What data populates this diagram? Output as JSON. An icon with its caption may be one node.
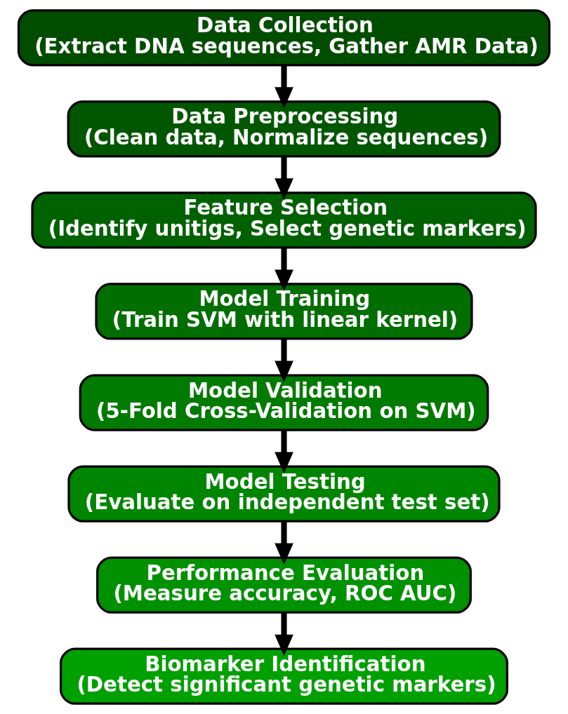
{
  "diagram": {
    "nodes": [
      {
        "text": [
          "Data Collection",
          "(Extract DNA sequences, Gather AMR Data)"
        ]
      },
      {
        "text": [
          "Data Preprocessing",
          "(Clean data, Normalize sequences)"
        ]
      },
      {
        "text": [
          "Feature Selection",
          "(Identify unitigs, Select genetic markers)"
        ]
      },
      {
        "text": [
          "Model Training",
          "(Train SVM with linear kernel)"
        ]
      },
      {
        "text": [
          "Model Validation",
          "(5-Fold Cross-Validation on SVM)"
        ]
      },
      {
        "text": [
          "Model Testing",
          "(Evaluate on independent test set)"
        ]
      },
      {
        "text": [
          "Performance Evaluation",
          "(Measure accuracy, ROC AUC)"
        ]
      },
      {
        "text": [
          "Biomarker Identification",
          "(Detect significant genetic markers)"
        ]
      }
    ],
    "edges": [
      {
        "from": 0,
        "to": 1,
        "arrow": "to"
      },
      {
        "from": 1,
        "to": 2,
        "arrow": "to"
      },
      {
        "from": 2,
        "to": 3,
        "arrow": "to"
      },
      {
        "from": 3,
        "to": 4,
        "arrow": "to"
      },
      {
        "from": 4,
        "to": 5,
        "arrow": "to"
      },
      {
        "from": 5,
        "to": 6,
        "arrow": "to"
      },
      {
        "from": 6,
        "to": 7,
        "arrow": "to"
      }
    ]
  }
}
